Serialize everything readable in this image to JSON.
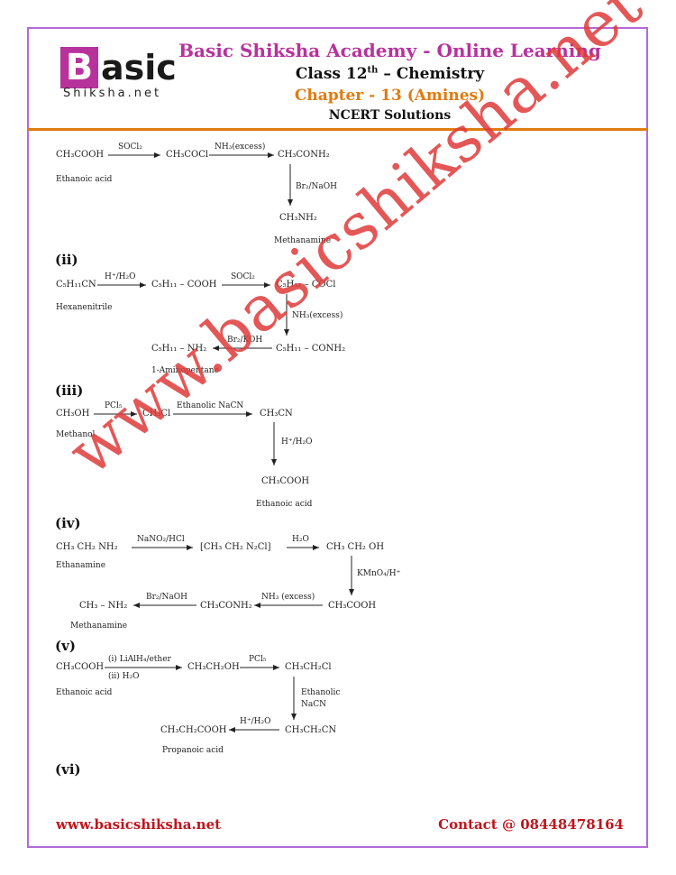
{
  "logo": {
    "letter": "B",
    "rest": "asic",
    "sub": "Shiksha.net"
  },
  "header": {
    "title": "Basic Shiksha Academy - Online Learning",
    "class_line": "Class 12th - Chemistry",
    "chapter": "Chapter - 13 (Amines)",
    "section": "NCERT Solutions"
  },
  "reactions": {
    "i": {
      "s1": "CH₃COOH",
      "r1": "SOCl₂",
      "s2": "CH₃COCl",
      "r2": "NH₃(excess)",
      "s3": "CH₃CONH₂",
      "name1": "Ethanoic acid",
      "r3": "Br₂/NaOH",
      "s4": "CH₃NH₂",
      "name2": "Methanamine"
    },
    "ii": {
      "label": "(ii)",
      "s1": "C₅H₁₁CN",
      "r1": "H⁺/H₂O",
      "s2": "C₅H₁₁ – COOH",
      "r2": "SOCl₂",
      "s3": "C₅H₁₁ – COCl",
      "name1": "Hexanenitrile",
      "r3": "NH₃(excess)",
      "s4": "C₅H₁₁ – CONH₂",
      "r4": "Br₂/KOH",
      "s5": "C₅H₁₁ – NH₂",
      "name2": "1-Aminopentane"
    },
    "iii": {
      "label": "(iii)",
      "s1": "CH₃OH",
      "r1": "PCl₅",
      "s2": "CH₃Cl",
      "r2": "Ethanolic NaCN",
      "s3": "CH₃CN",
      "name1": "Methanol",
      "r3": "H⁺/H₂O",
      "s4": "CH₃COOH",
      "name2": "Ethanoic acid"
    },
    "iv": {
      "label": "(iv)",
      "s1": "CH₃  CH₂  NH₂",
      "r1": "NaNO₂/HCl",
      "s2": "[CH₃  CH₂  N₂Cl]",
      "r2": "H₂O",
      "s3": "CH₃  CH₂  OH",
      "name1": "Ethanamine",
      "r3": "KMnO₄/H⁺",
      "s4": "CH₃COOH",
      "r4": "NH₃ (excess)",
      "s5": "CH₃CONH₂",
      "r5": "Br₂/NaOH",
      "s6": "CH₃ – NH₂",
      "name2": "Methanamine"
    },
    "v": {
      "label": "(v)",
      "s1": "CH₃COOH",
      "r1a": "(i) LiAlH₄/ether",
      "r1b": "(ii) H₂O",
      "s2": "CH₃CH₂OH",
      "r2": "PCl₅",
      "s3": "CH₃CH₂Cl",
      "name1": "Ethanoic acid",
      "r3a": "Ethanolic",
      "r3b": "NaCN",
      "s4": "CH₃CH₂CN",
      "r4": "H⁺/H₂O",
      "s5": "CH₃CH₂COOH",
      "name2": "Propanoic acid"
    },
    "vi": {
      "label": "(vi)"
    }
  },
  "watermark": "www.basicshiksha.net",
  "footer": {
    "website": "www.basicshiksha.net",
    "contact_label": "Contact @",
    "phone": "08448478164"
  },
  "colors": {
    "border": "#b36ad6",
    "brand": "#b8329c",
    "orange": "#e07b10",
    "red": "#c0151c"
  }
}
